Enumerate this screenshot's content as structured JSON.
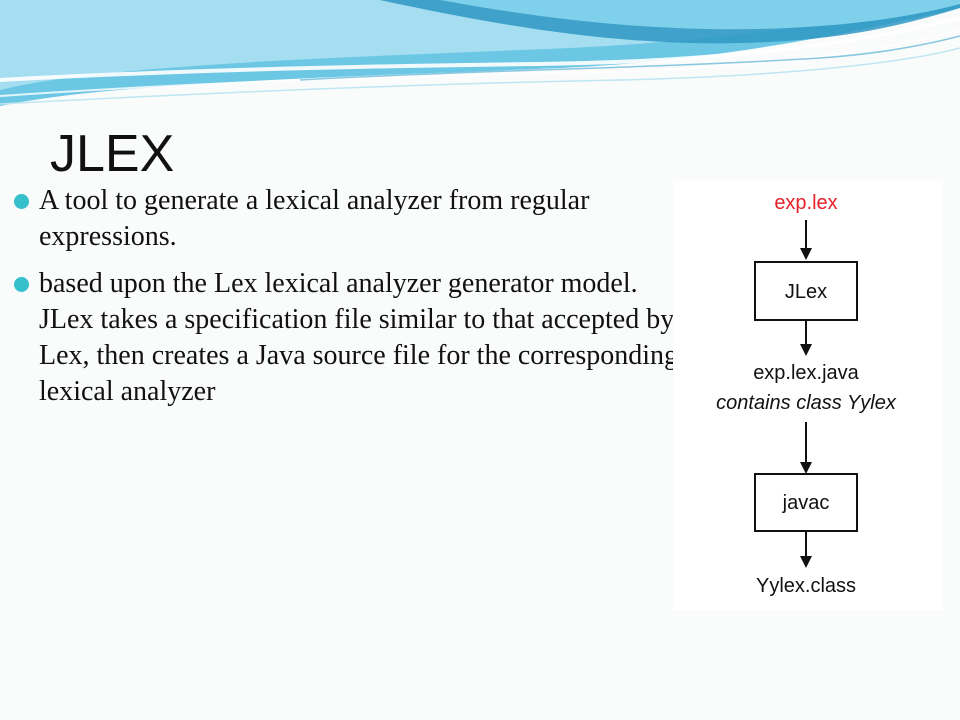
{
  "slide": {
    "title": "JLEX",
    "bullets": [
      "A tool to generate a lexical analyzer from regular expressions.",
      "based upon the Lex lexical analyzer generator model. JLex takes a specification file similar to that accepted by Lex, then creates a Java source file for the corresponding lexical analyzer"
    ]
  },
  "diagram": {
    "input_file": "exp.lex",
    "tool_1": "JLex",
    "output_file": "exp.lex.java",
    "output_note": "contains class Yylex",
    "tool_2": "javac",
    "final_output": "Yylex.class"
  },
  "colors": {
    "accent": "#35c0cc",
    "input_file_text": "#e8202a",
    "header_wave": "#4fb4d6"
  }
}
